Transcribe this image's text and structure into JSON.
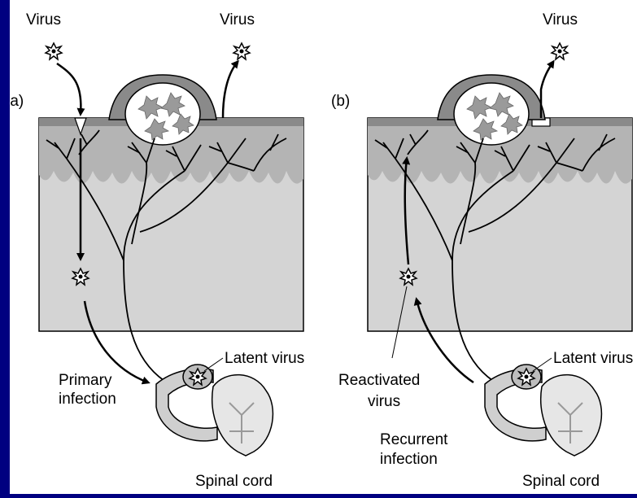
{
  "diagram": {
    "panel_a": {
      "label": "(a)",
      "virus_in": "Virus",
      "virus_out": "Virus",
      "latent": "Latent virus",
      "primary_line1": "Primary",
      "primary_line2": "infection",
      "spinal": "Spinal cord"
    },
    "panel_b": {
      "label": "(b)",
      "virus_out": "Virus",
      "latent": "Latent virus",
      "reactivated_line1": "Reactivated",
      "reactivated_line2": "virus",
      "recurrent_line1": "Recurrent",
      "recurrent_line2": "infection",
      "spinal": "Spinal cord"
    }
  },
  "colors": {
    "background_border": "#000080",
    "skin_surface": "#8a8a8a",
    "dermis": "#d4d4d4",
    "epidermis": "#b4b4b4",
    "nerve": "#000000"
  }
}
